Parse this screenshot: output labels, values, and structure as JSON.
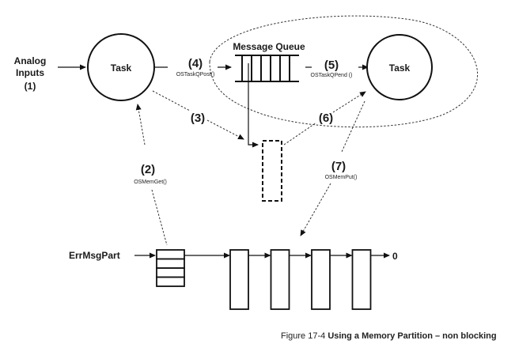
{
  "diagram": {
    "nodes": {
      "analog_inputs": {
        "line1": "Analog",
        "line2": "Inputs",
        "line3": "(1)"
      },
      "task_left": {
        "label": "Task"
      },
      "task_right": {
        "label": "Task"
      },
      "message_queue": {
        "label": "Message Queue",
        "slots": 6
      },
      "partition": {
        "label": "ErrMsgPart",
        "header_rows": 4,
        "blocks": 4,
        "terminator": "0"
      }
    },
    "steps": [
      {
        "number": "(2)",
        "call": "OSMemGet()"
      },
      {
        "number": "(3)",
        "call": ""
      },
      {
        "number": "(4)",
        "call": "OSTaskQPost()"
      },
      {
        "number": "(5)",
        "call": "OSTaskQPend ()"
      },
      {
        "number": "(6)",
        "call": ""
      },
      {
        "number": "(7)",
        "call": "OSMemPut()"
      }
    ],
    "caption": {
      "prefix": "Figure 17-4 ",
      "title": "Using a Memory Partition – non blocking"
    }
  }
}
